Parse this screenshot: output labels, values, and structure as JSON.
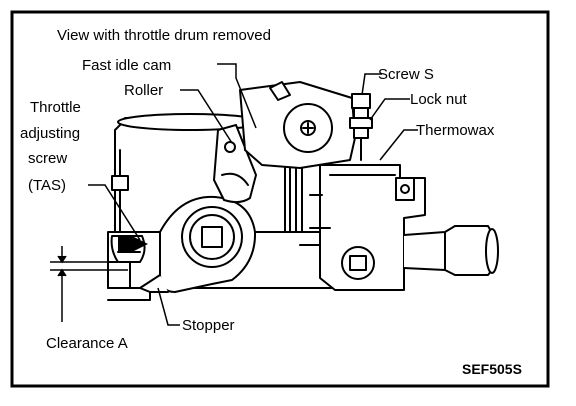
{
  "caption": "View with throttle drum removed",
  "figure_code": "SEF505S",
  "labels": {
    "fast_idle_cam": "Fast idle cam",
    "roller": "Roller",
    "throttle_line1": "Throttle",
    "throttle_line2": "adjusting",
    "throttle_line3": "screw",
    "tas": "(TAS)",
    "screw_s": "Screw S",
    "lock_nut": "Lock nut",
    "thermowax": "Thermowax",
    "stopper": "Stopper",
    "clearance": "Clearance A"
  }
}
